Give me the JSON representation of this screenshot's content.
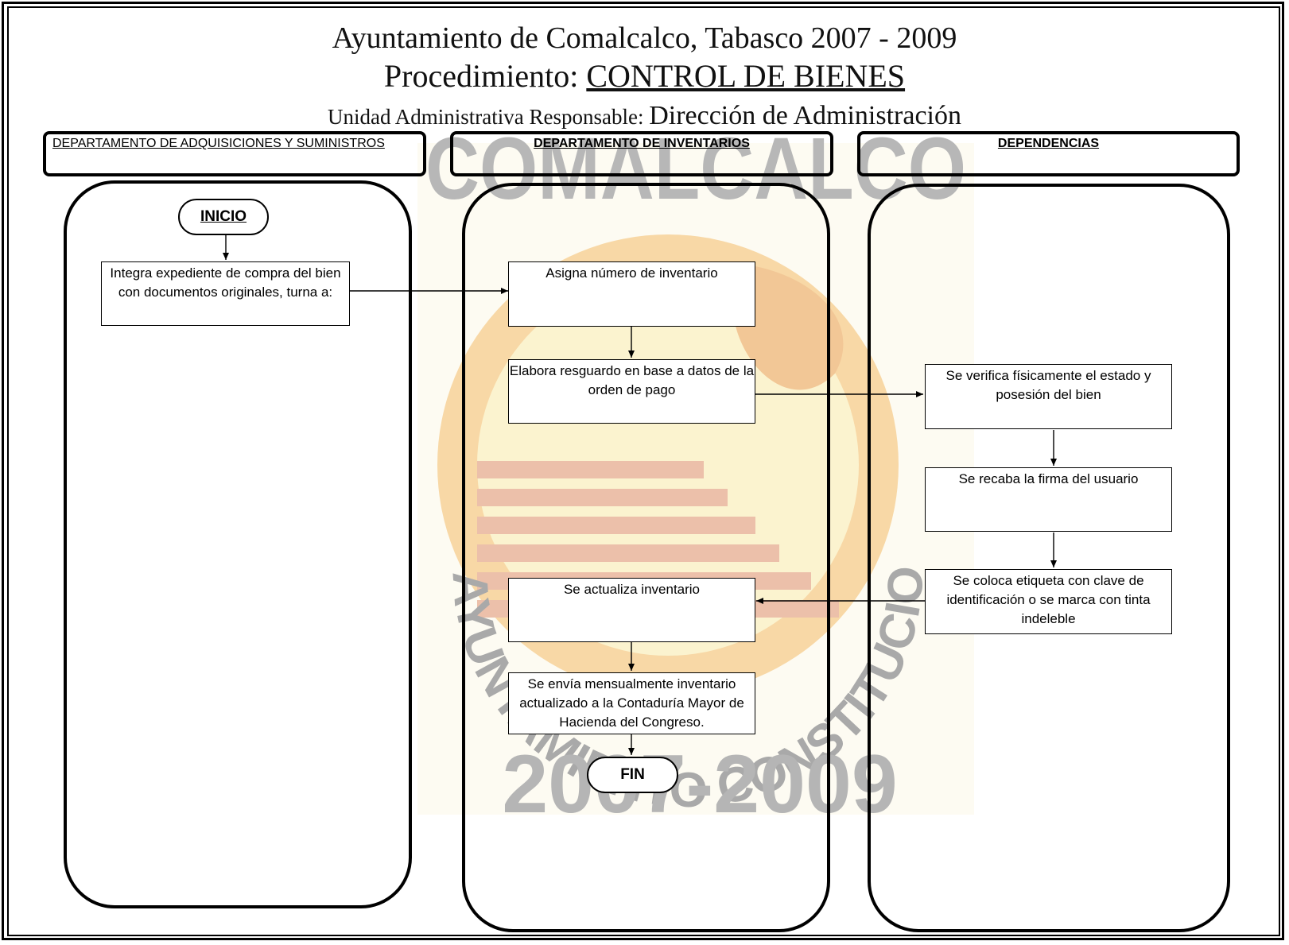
{
  "header": {
    "line1": "Ayuntamiento de Comalcalco, Tabasco 2007 - 2009",
    "line2_prefix": "Procedimiento: ",
    "line2_title": "CONTROL DE BIENES",
    "line3_prefix": "Unidad Administrativa Responsable: ",
    "line3_unit": "Dirección de Administración"
  },
  "lanes": [
    {
      "label": "DEPARTAMENTO DE ADQUISICIONES Y SUMINISTROS"
    },
    {
      "label": "DEPARTAMENTO DE INVENTARIOS"
    },
    {
      "label": "DEPENDENCIAS"
    }
  ],
  "nodes": {
    "inicio": "INICIO",
    "integra": "Integra expediente de compra del bien con documentos originales, turna a:",
    "asigna": "Asigna número de inventario",
    "elabora": "Elabora resguardo en base a datos de la orden de pago",
    "verifica": "Se verifica físicamente el estado y posesión del bien",
    "recaba": "Se recaba la firma del usuario",
    "coloca": "Se coloca etiqueta con clave de identificación o se marca con tinta indeleble",
    "actualiza": "Se actualiza inventario",
    "envia": "Se envía mensualmente inventario actualizado a la Contaduría Mayor de Hacienda del Congreso.",
    "fin": "FIN"
  },
  "watermark": {
    "top_text": "COMALCALCO",
    "arc_text": "AYUNTAMIENTO CONSTITUCIONAL",
    "year_text": "2007-2009",
    "colors": {
      "orange": "#f7c98a",
      "cream": "#fdf6d6",
      "stripe": "#ecc0aa",
      "gray": "#b9b9b9"
    }
  }
}
